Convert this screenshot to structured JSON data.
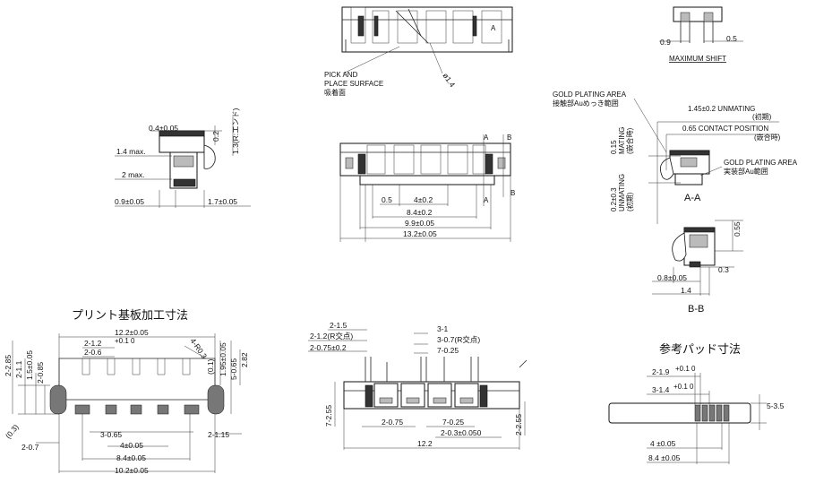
{
  "top_view": {
    "pick_label_1": "PICK AND",
    "pick_label_2": "PLACE SURFACE",
    "pick_label_3": "吸着面",
    "dia": "ø1.4",
    "mark_a": "A"
  },
  "shift_view": {
    "left_dim": "0.9",
    "right_dim": "0.5",
    "caption": "MAXIMUM SHIFT"
  },
  "side_view": {
    "top_dim": "0.4±0.05",
    "dim_02": "0.2",
    "dim_13": "1.3(R:エンド)",
    "height_max": "1.4 max.",
    "two_max": "2 max.",
    "bottom_left": "0.9±0.05",
    "bottom_right": "1.7±0.05"
  },
  "front_view": {
    "mark_a1": "A",
    "mark_b1": "B",
    "mark_a2": "A",
    "mark_b2": "B",
    "d1": "0.5",
    "d2": "4±0.2",
    "d3": "8.4±0.2",
    "d4": "9.9±0.05",
    "d5": "13.2±0.05"
  },
  "section_aa": {
    "gold_plating_1": "GOLD PLATING AREA",
    "gold_plating_1_jp": "接触部Auめっき範囲",
    "unmating": "1.45±0.2 UNMATING",
    "unmating_jp": "(初期)",
    "contact_pos": "0.65 CONTACT POSITION",
    "contact_jp": "(嵌合時)",
    "gold_plating_2": "GOLD PLATING AREA",
    "gold_plating_2_jp": "実装部Au範囲",
    "left_top": "0.15",
    "left_top_sub": "MATING",
    "left_top_jp": "(嵌合時)",
    "left_bot": "0.2±0.3",
    "left_bot_sub": "UNMATING",
    "left_bot_jp": "(初期)",
    "caption": "A-A"
  },
  "section_bb": {
    "d055": "0.55",
    "d03": "0.3",
    "d08": "0.8±0.05",
    "d14": "1.4",
    "caption": "B-B"
  },
  "pcb": {
    "title": "プリント基板加工寸法",
    "top_total": "12.2±0.05",
    "d_2_12": "2-1.2",
    "d_2_06": "2-0.6",
    "d_4_r03": "4-R0.3",
    "d_01": "(0.1)",
    "d_195": "1.95±0.05",
    "d_5_065": "5-0.65",
    "d_282": "2.82",
    "left_2_285": "2-2.85",
    "left_2_11": "2-1.1",
    "left_15": "1.5±0.05",
    "left_2_085": "2-0.85",
    "d_03": "(0.3)",
    "d_2_07": "2-0.7",
    "d_3_065": "3-0.65",
    "d_4": "4±0.05",
    "d_84": "8.4±0.05",
    "d_102": "10.2±0.05",
    "d_2_115": "2-1.15",
    "tol": "+0.1 0"
  },
  "plug": {
    "t1": "2-1.5",
    "t2": "2-1.2(R交点)",
    "t3": "2-0.75±0.2",
    "t4": "3-1",
    "t5": "3-0.7(R交点)",
    "t6": "7-0.25",
    "l1": "7-2.55",
    "r1": "2-2.55",
    "b1": "2-0.75",
    "b2": "7-0.25",
    "b3": "2-0.3±0.050",
    "b4": "12.2"
  },
  "pad_ref": {
    "title": "参考パッド寸法",
    "d1": "2-1.9",
    "d2": "3-1.4",
    "d3": "5-3.5",
    "d4": "4 ±0.05",
    "d5": "8.4 ±0.05",
    "tol": "+0.1 0"
  }
}
